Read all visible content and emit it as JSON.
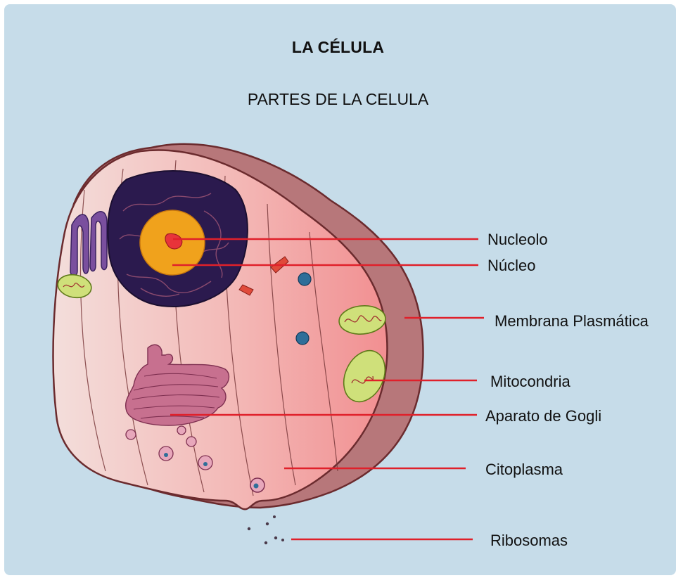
{
  "title": "LA CÉLULA",
  "subtitle": "PARTES DE LA CELULA",
  "labels": {
    "nucleolo": "Nucleolo",
    "nucleo": "Núcleo",
    "membrana": "Membrana Plasmática",
    "mitocondria": "Mitocondria",
    "golgi": "Aparato de Gogli",
    "citoplasma": "Citoplasma",
    "ribosomas": "Ribosomas"
  },
  "colors": {
    "background": "#c6dce9",
    "leader_line": "#e0202a",
    "membrane": "#b7777a",
    "cytoplasm": "#f2b5b3",
    "nucleus": "#2b1a4e",
    "nucleolus_ring": "#f0a21c",
    "nucleolus_core": "#e8343a",
    "mitochondria": "#cfe07a",
    "golgi": "#c7708f",
    "er": "#6c3f8e",
    "vesicle": "#2f6e99"
  }
}
